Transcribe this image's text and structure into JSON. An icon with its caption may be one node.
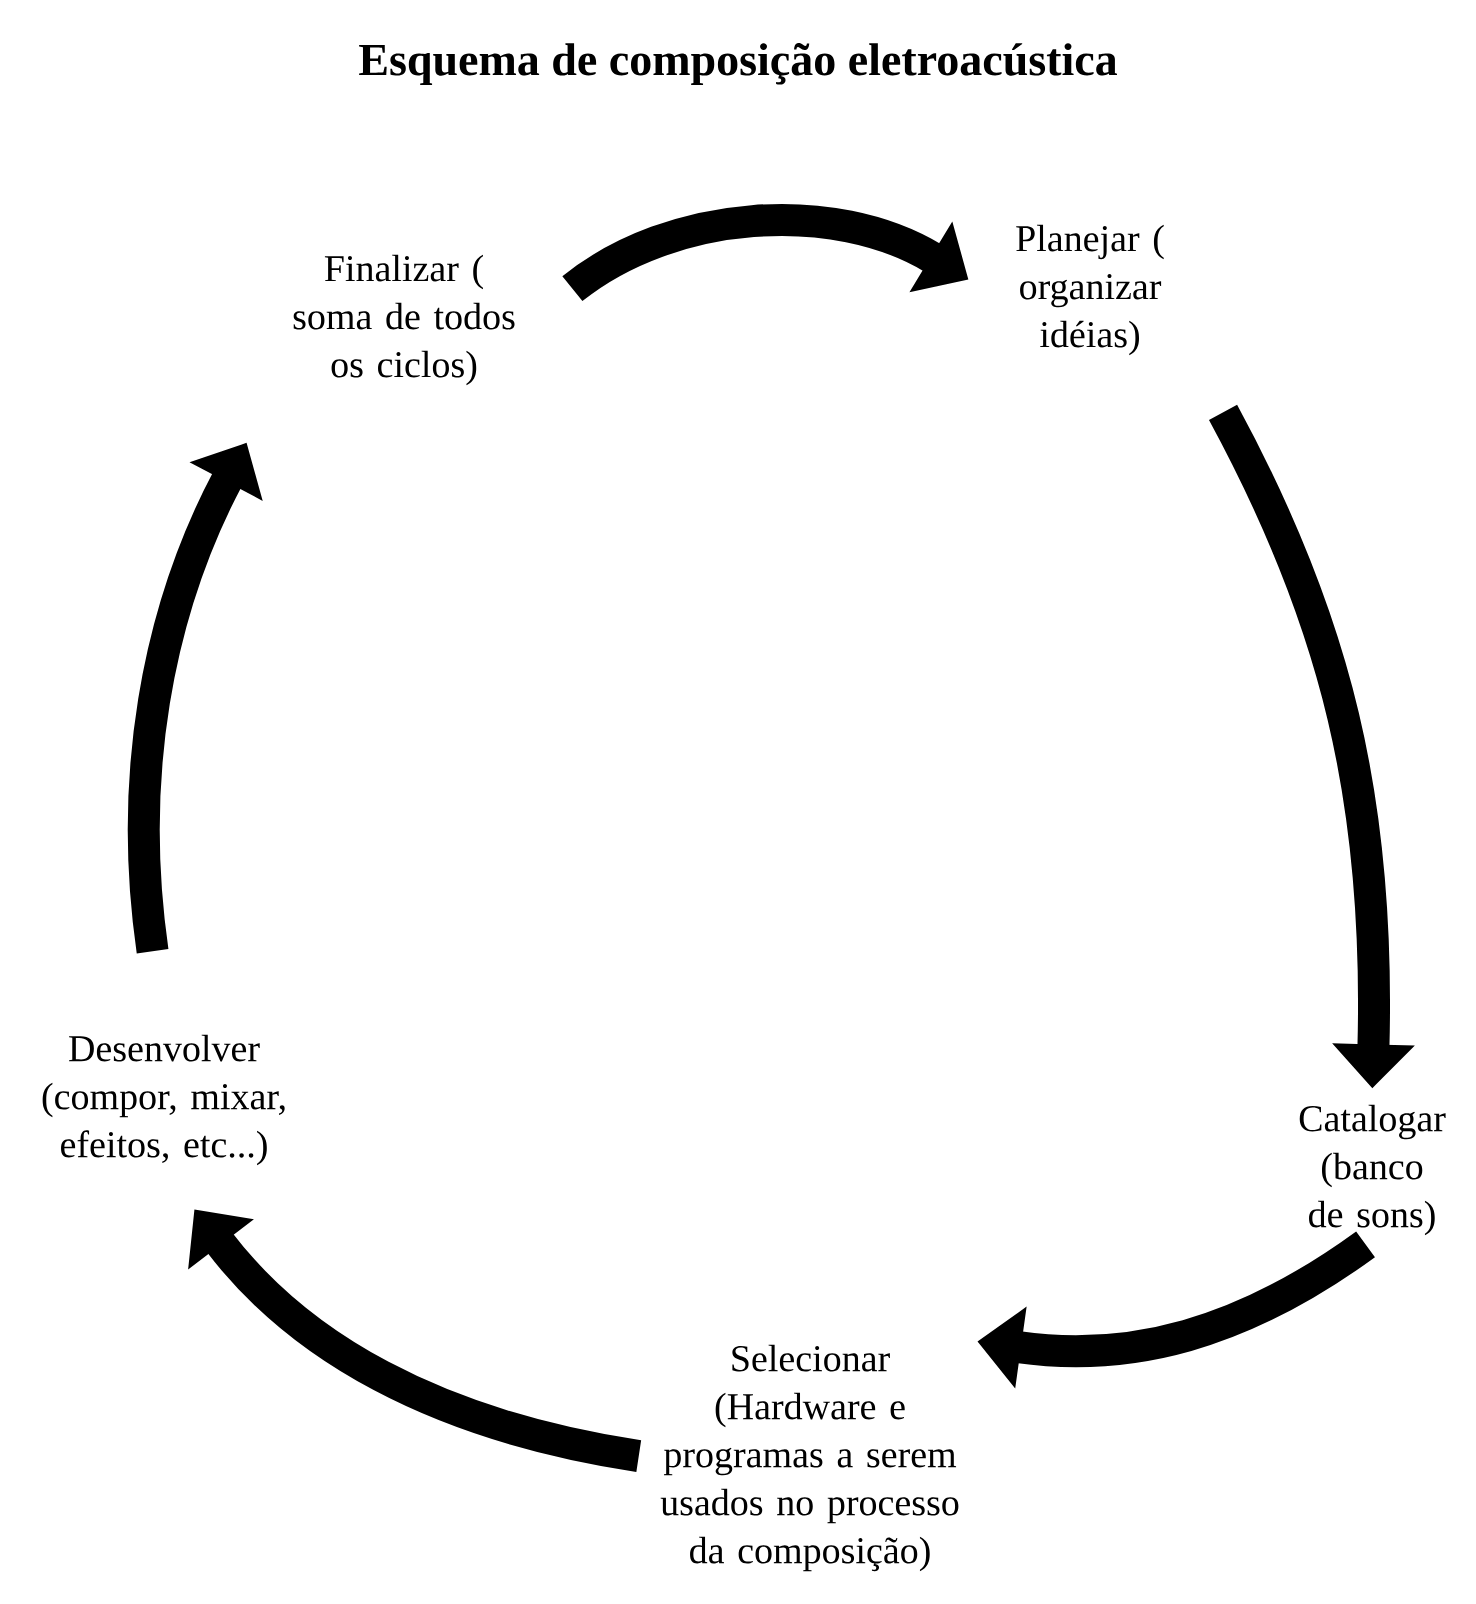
{
  "diagram": {
    "title": "Esquema de composição eletroacústica",
    "nodes": [
      {
        "text": [
          "Finalizar ( soma de todos os ciclos)"
        ]
      },
      {
        "text": [
          "Planejar ( organizar idéias)"
        ]
      },
      {
        "text": [
          "Catalogar (banco de sons)"
        ]
      },
      {
        "text": [
          "Selecionar (Hardware e programas a serem usados no processo da composição)"
        ]
      },
      {
        "text": [
          "Desenvolver (compor, mixar, efeitos, etc...)"
        ]
      }
    ],
    "edges": [
      {
        "from": 0,
        "to": 1,
        "arrow": "to"
      },
      {
        "from": 1,
        "to": 2,
        "arrow": "to"
      },
      {
        "from": 2,
        "to": 3,
        "arrow": "to"
      },
      {
        "from": 3,
        "to": 4,
        "arrow": "to"
      },
      {
        "from": 4,
        "to": 0,
        "arrow": "to"
      }
    ]
  }
}
